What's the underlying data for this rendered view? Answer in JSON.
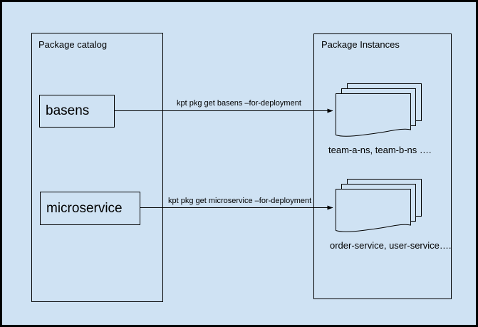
{
  "canvas": {
    "background_color": "#cfe2f3",
    "border_color": "#000000"
  },
  "catalog": {
    "title": "Package catalog",
    "packages": [
      {
        "label": "basens"
      },
      {
        "label": "microservice"
      }
    ]
  },
  "instances": {
    "title": "Package Instances",
    "groups": [
      {
        "command": "kpt pkg get basens –for-deployment",
        "caption": "team-a-ns, team-b-ns …."
      },
      {
        "command": "kpt pkg get microservice –for-deployment",
        "caption": "order-service, user-service…."
      }
    ]
  }
}
